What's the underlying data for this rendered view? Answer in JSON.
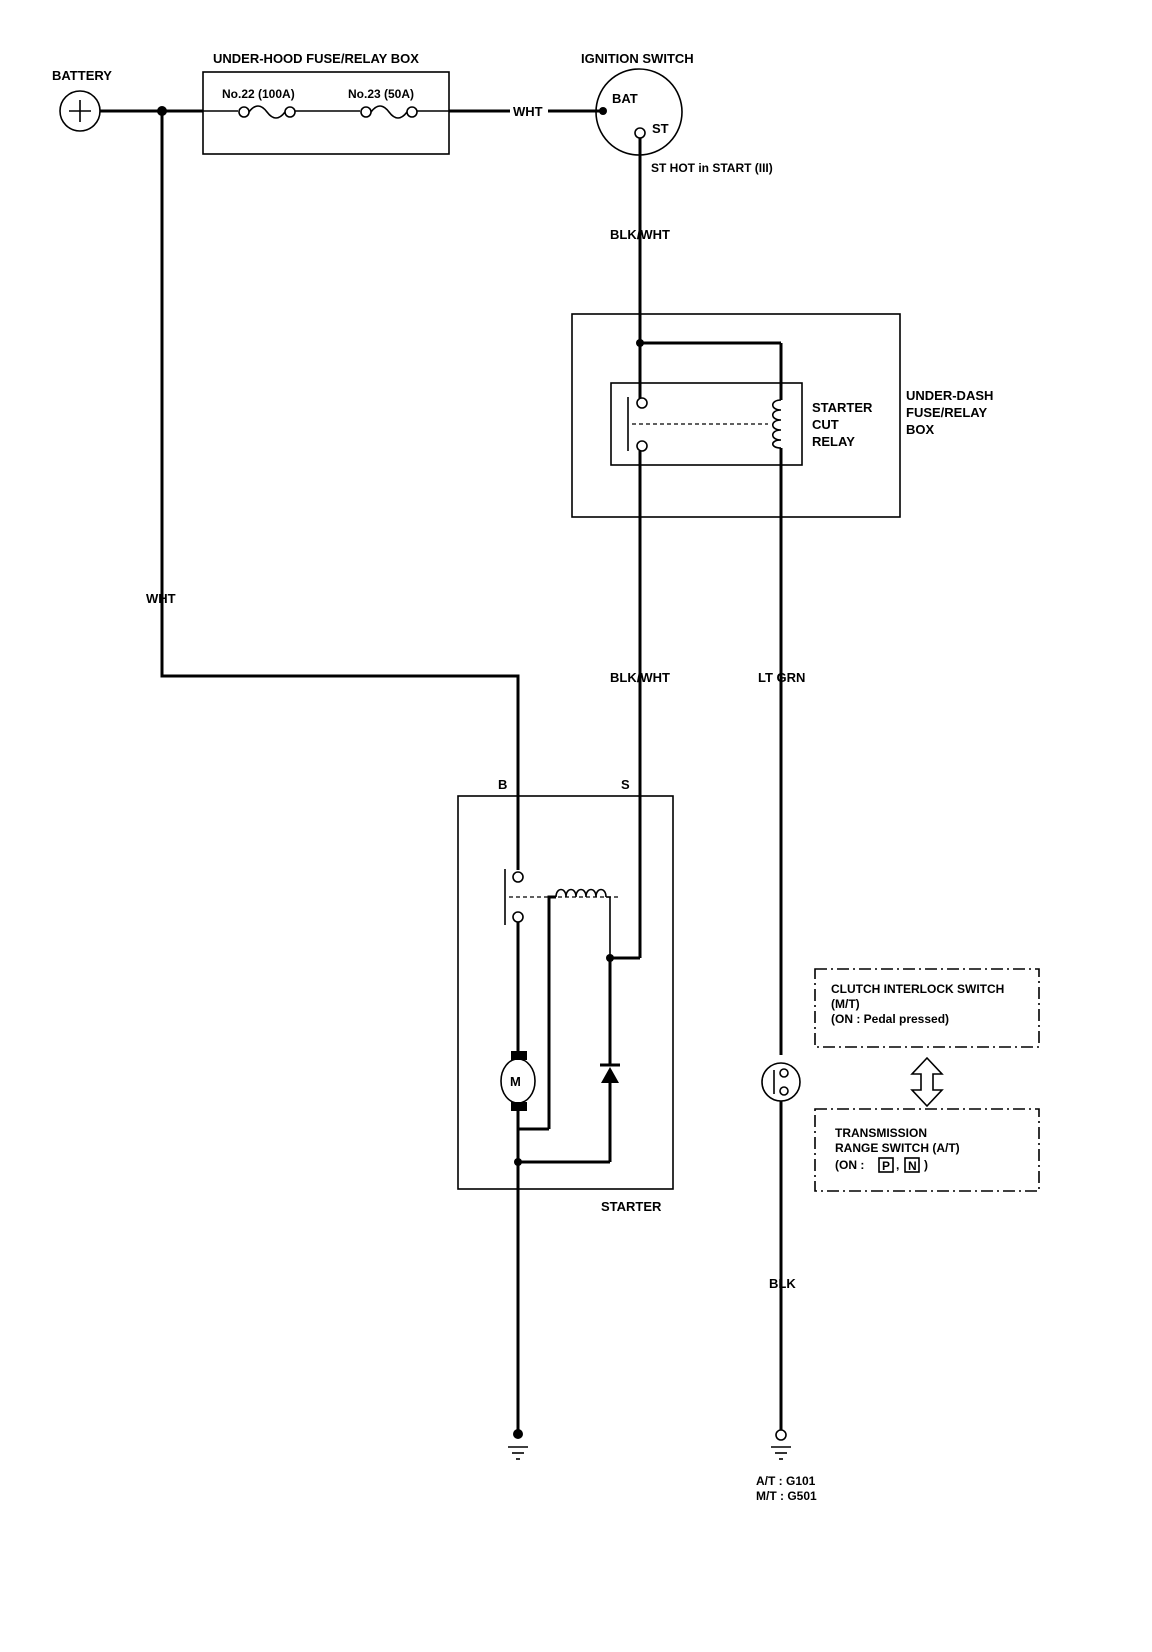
{
  "battery": {
    "label": "BATTERY"
  },
  "underhood_box": {
    "title": "UNDER-HOOD FUSE/RELAY BOX",
    "fuse_a": "No.22 (100A)",
    "fuse_b": "No.23 (50A)"
  },
  "ignition_switch": {
    "title": "IGNITION SWITCH",
    "bat": "BAT",
    "st": "ST",
    "note": "ST HOT in START (III)"
  },
  "wires": {
    "wht_top": "WHT",
    "wht_left": "WHT",
    "blk_wht_top": "BLK/WHT",
    "blk_wht_bottom": "BLK/WHT",
    "lt_grn": "LT GRN",
    "blk": "BLK"
  },
  "underdash_box": {
    "title_line1": "UNDER-DASH",
    "title_line2": "FUSE/RELAY",
    "title_line3": "BOX"
  },
  "starter_cut_relay": {
    "line1": "STARTER",
    "line2": "CUT",
    "line3": "RELAY"
  },
  "starter": {
    "label": "STARTER",
    "terminal_b": "B",
    "terminal_s": "S",
    "motor": "M"
  },
  "clutch_switch": {
    "line1": "CLUTCH INTERLOCK SWITCH",
    "line2": "(M/T)",
    "line3": "(ON : Pedal pressed)"
  },
  "range_switch": {
    "line1": "TRANSMISSION",
    "line2": "RANGE SWITCH (A/T)",
    "on_prefix": "(ON :",
    "pos_p": "P",
    "pos_n": "N",
    "suffix": ")"
  },
  "ground": {
    "at": "A/T : G101",
    "mt": "M/T : G501"
  }
}
